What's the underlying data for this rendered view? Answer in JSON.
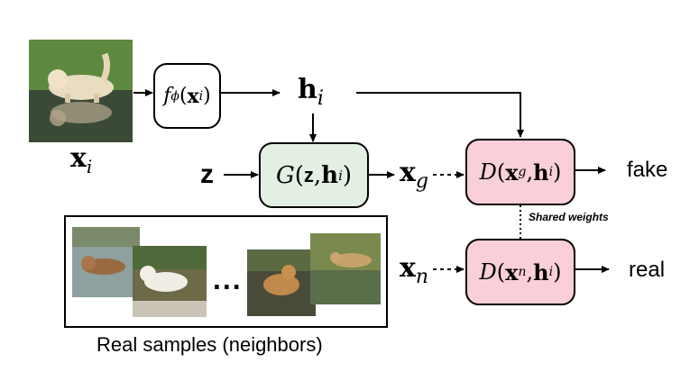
{
  "input_image": {
    "caption_var": "x",
    "caption_sub": "i"
  },
  "encoder": {
    "func": "f",
    "func_sub": "ϕ",
    "arg": "x",
    "arg_sub": "i"
  },
  "embedding": {
    "var": "h",
    "var_sub": "i"
  },
  "noise": {
    "var": "z"
  },
  "generator": {
    "func": "G",
    "arg1": "z",
    "arg2": "h",
    "arg2_sub": "i"
  },
  "generated": {
    "var": "x",
    "var_sub": "g"
  },
  "neighbor_sample": {
    "var": "x",
    "var_sub": "n"
  },
  "disc_fake": {
    "func": "D",
    "arg1": "x",
    "arg1_sub": "g",
    "arg2": "h",
    "arg2_sub": "i",
    "output": "fake"
  },
  "disc_real": {
    "func": "D",
    "arg1": "x",
    "arg1_sub": "n",
    "arg2": "h",
    "arg2_sub": "i",
    "output": "real"
  },
  "shared_weights_label": "Shared weights",
  "neighbors": {
    "ellipsis": "...",
    "caption": "Real samples (neighbors)"
  },
  "colors": {
    "generator_fill": "#e3efe3",
    "discriminator_fill": "#f9cfd8",
    "stroke": "#000000"
  }
}
